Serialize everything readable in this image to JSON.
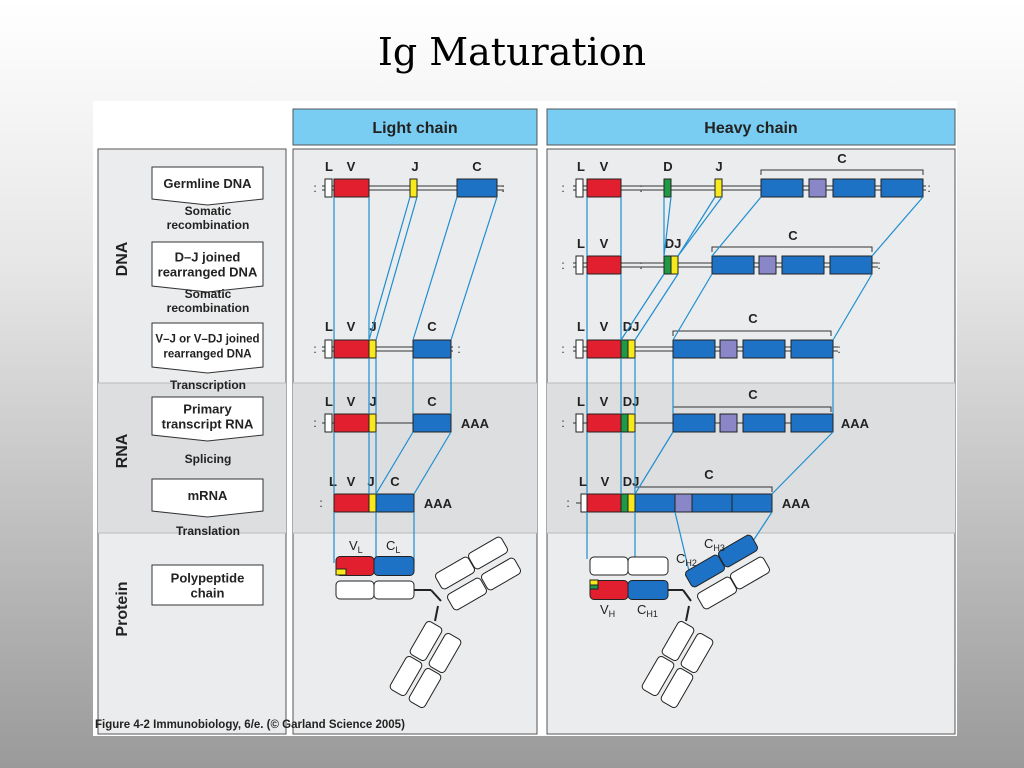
{
  "slide": {
    "title": "Ig Maturation"
  },
  "headers": {
    "light": "Light chain",
    "heavy": "Heavy chain"
  },
  "sections": {
    "dna": "DNA",
    "rna": "RNA",
    "protein": "Protein"
  },
  "process": {
    "boxes": [
      "Germline DNA",
      "D–J joined|rearranged DNA",
      "V–J or V–DJ joined|rearranged DNA",
      "Primary|transcript RNA",
      "mRNA",
      "Polypeptide|chain"
    ],
    "steps": [
      "Somatic|recombination",
      "Somatic|recombination",
      "Transcription",
      "Splicing",
      "Translation"
    ]
  },
  "segments": {
    "L": "L",
    "V": "V",
    "J": "J",
    "D": "D",
    "DJ": "DJ",
    "C": "C",
    "AAA": "AAA"
  },
  "domains": {
    "VL": "V",
    "VL_sub": "L",
    "CL": "C",
    "CL_sub": "L",
    "VH": "V",
    "VH_sub": "H",
    "CH1": "C",
    "CH1_sub": "H1",
    "CH2": "C",
    "CH2_sub": "H2",
    "CH3": "C",
    "CH3_sub": "H3"
  },
  "caption": "Figure 4-2  Immunobiology, 6/e. (© Garland Science 2005)",
  "colors": {
    "v": "#e11f2e",
    "j": "#f7e91b",
    "d": "#1e9a46",
    "c": "#1d72c6",
    "purple": "#8a87c8",
    "header": "#79cdf2",
    "panel": "#ebeced",
    "band": "#dcdee0",
    "line": "#1f8ed0"
  }
}
